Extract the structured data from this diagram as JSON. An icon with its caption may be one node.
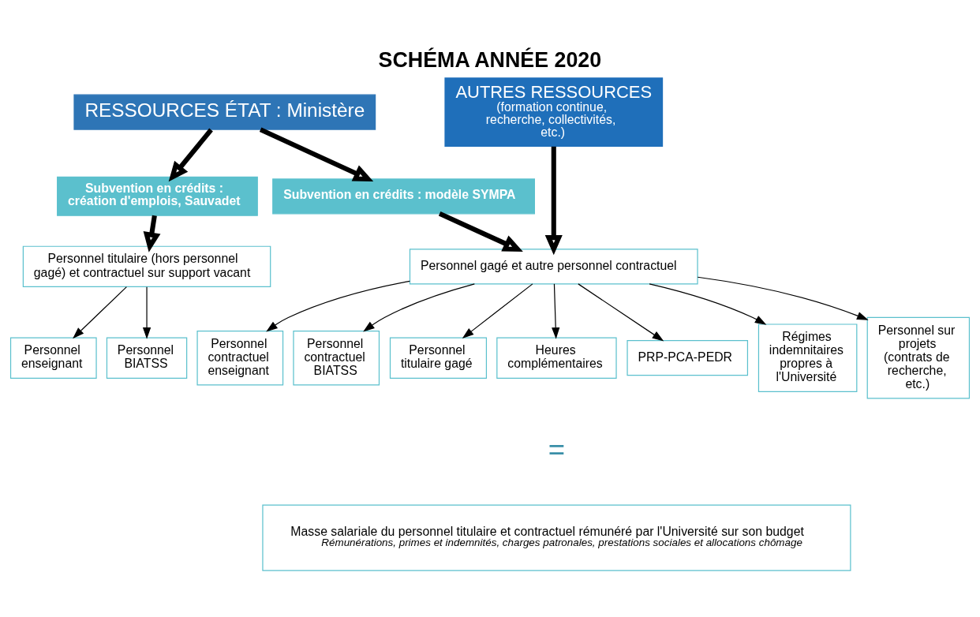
{
  "diagram": {
    "title": "SCHÉMA ANNÉE 2020",
    "nodes": [
      {
        "text": [
          "RESSOURCES ÉTAT : Ministère"
        ]
      },
      {
        "text": [
          "AUTRES RESSOURCES",
          "(formation continue, recherche, collectivités, etc.)"
        ]
      },
      {
        "text": [
          "Subvention en crédits : création d'emplois, Sauvadet"
        ]
      },
      {
        "text": [
          "Subvention en crédits : modèle SYMPA"
        ]
      },
      {
        "text": [
          "Personnel titulaire (hors personnel gagé) et contractuel sur support vacant"
        ]
      },
      {
        "text": [
          "Personnel gagé et autre personnel contractuel"
        ]
      },
      {
        "text": [
          "Personnel enseignant"
        ]
      },
      {
        "text": [
          "Personnel BIATSS"
        ]
      },
      {
        "text": [
          "Personnel contractuel enseignant"
        ]
      },
      {
        "text": [
          "Personnel contractuel BIATSS"
        ]
      },
      {
        "text": [
          "Personnel titulaire gagé"
        ]
      },
      {
        "text": [
          "Heures complémentaires"
        ]
      },
      {
        "text": [
          "PRP-PCA-PEDR"
        ]
      },
      {
        "text": [
          "Régimes indemnitaires propres à l'Université"
        ]
      },
      {
        "text": [
          "Personnel sur projets (contrats de recherche, etc.)"
        ]
      },
      {
        "text": [
          "Masse salariale du personnel titulaire et contractuel rémunéré par l'Université sur son budget",
          "Rémunérations, primes et indemnités, charges patronales, prestations sociales et allocations chômage"
        ]
      }
    ],
    "edges": [
      {
        "from": 0,
        "to": 2,
        "arrow": "to",
        "style": "thick"
      },
      {
        "from": 0,
        "to": 3,
        "arrow": "to",
        "style": "thick"
      },
      {
        "from": 2,
        "to": 4,
        "arrow": "to",
        "style": "thick"
      },
      {
        "from": 3,
        "to": 5,
        "arrow": "to",
        "style": "thick"
      },
      {
        "from": 1,
        "to": 5,
        "arrow": "to",
        "style": "thick"
      },
      {
        "from": 4,
        "to": 6,
        "arrow": "to"
      },
      {
        "from": 4,
        "to": 7,
        "arrow": "to"
      },
      {
        "from": 5,
        "to": 8,
        "arrow": "to"
      },
      {
        "from": 5,
        "to": 9,
        "arrow": "to"
      },
      {
        "from": 5,
        "to": 10,
        "arrow": "to"
      },
      {
        "from": 5,
        "to": 11,
        "arrow": "to"
      },
      {
        "from": 5,
        "to": 12,
        "arrow": "to"
      },
      {
        "from": 5,
        "to": 13,
        "arrow": "to"
      },
      {
        "from": 5,
        "to": 14,
        "arrow": "to"
      }
    ],
    "labels": [
      "="
    ]
  }
}
